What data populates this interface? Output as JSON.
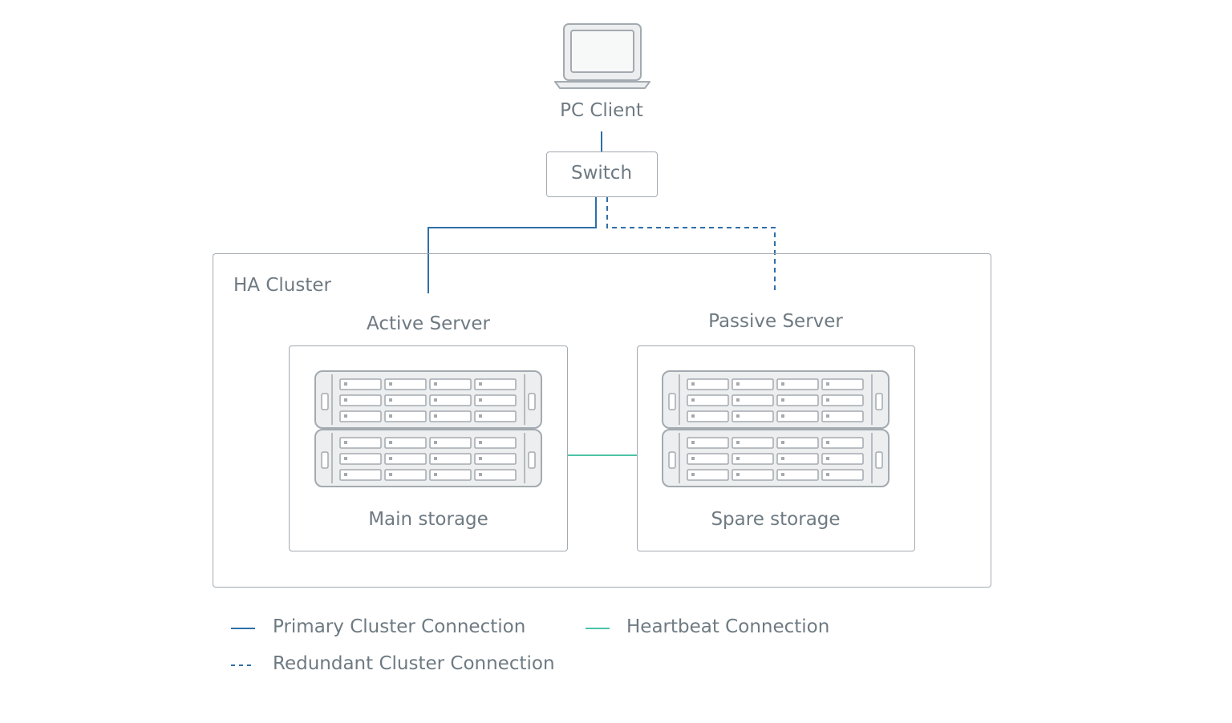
{
  "nodes": {
    "pc_client": "PC Client",
    "switch": "Switch",
    "cluster": "HA Cluster",
    "active_server": "Active Server",
    "passive_server": "Passive Server",
    "main_storage": "Main storage",
    "spare_storage": "Spare storage"
  },
  "legend": {
    "primary": "Primary Cluster Connection",
    "redundant": "Redundant Cluster Connection",
    "heartbeat": "Heartbeat Connection"
  },
  "colors": {
    "primary_line": "#2f6ea8",
    "heartbeat_line": "#4cc3a6",
    "outline": "#a3aab0",
    "device_fill": "#eceeef",
    "text": "#6e7a82"
  },
  "icons": {
    "client": "laptop-icon",
    "storage": "rack-server-icon"
  }
}
